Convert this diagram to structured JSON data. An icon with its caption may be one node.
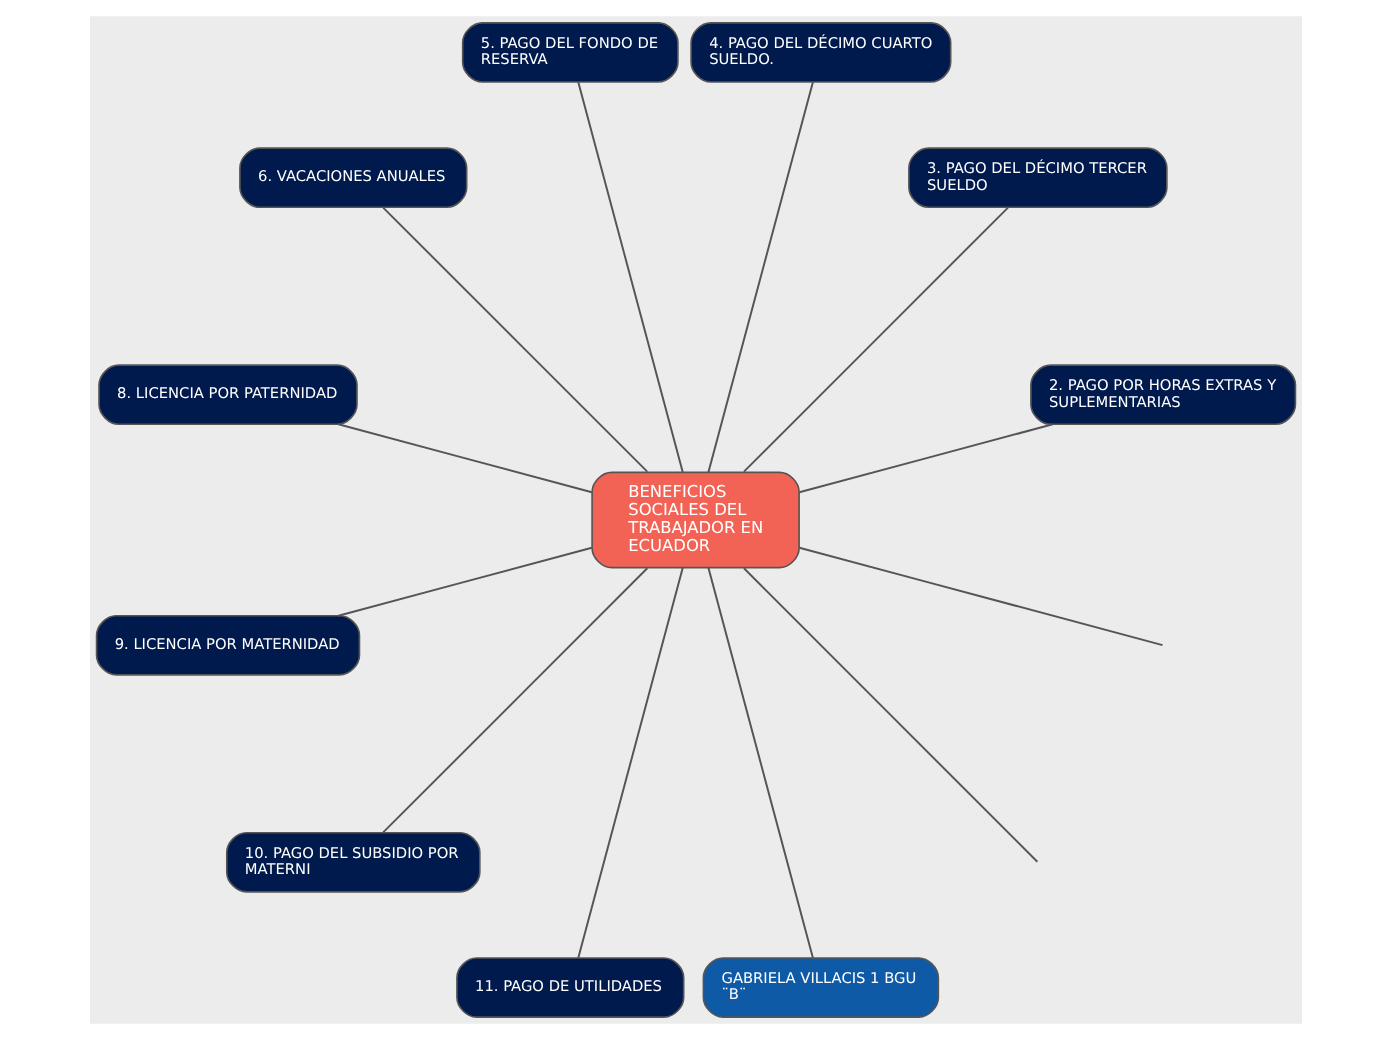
{
  "diagram": {
    "nodes": [
      {
        "text": [
          "BENEFICIOS SOCIALES DEL TRABAJADOR EN ECUADOR"
        ]
      },
      {
        "text": [
          "2. PAGO POR HORAS EXTRAS Y SUPLEMENTARIAS"
        ]
      },
      {
        "text": [
          "3. PAGO DEL DÉCIMO TERCER SUELDO"
        ]
      },
      {
        "text": [
          "4. PAGO DEL DÉCIMO CUARTO SUELDO."
        ]
      },
      {
        "text": [
          "5. PAGO DEL FONDO DE RESERVA"
        ]
      },
      {
        "text": [
          "6. VACACIONES ANUALES"
        ]
      },
      {
        "text": [
          "8. LICENCIA POR PATERNIDAD"
        ]
      },
      {
        "text": [
          "9. LICENCIA POR MATERNIDAD"
        ]
      },
      {
        "text": [
          "10. PAGO DEL SUBSIDIO POR MATERNI"
        ]
      },
      {
        "text": [
          "11. PAGO DE UTILIDADES"
        ]
      },
      {
        "text": [
          "GABRIELA VILLACIS 1 BGU ¨B¨"
        ]
      }
    ],
    "edges": [
      {
        "from": 0,
        "to": null,
        "arrow": "none"
      },
      {
        "from": 0,
        "to": 1,
        "arrow": "none"
      },
      {
        "from": 0,
        "to": 2,
        "arrow": "none"
      },
      {
        "from": 0,
        "to": 3,
        "arrow": "none"
      },
      {
        "from": 0,
        "to": 4,
        "arrow": "none"
      },
      {
        "from": 0,
        "to": 5,
        "arrow": "none"
      },
      {
        "from": 0,
        "to": null,
        "arrow": "none"
      },
      {
        "from": 0,
        "to": 6,
        "arrow": "none"
      },
      {
        "from": 0,
        "to": 7,
        "arrow": "none"
      },
      {
        "from": 0,
        "to": 8,
        "arrow": "none"
      },
      {
        "from": 0,
        "to": 9,
        "arrow": "none"
      },
      {
        "from": 0,
        "to": 10,
        "arrow": "none"
      }
    ]
  }
}
